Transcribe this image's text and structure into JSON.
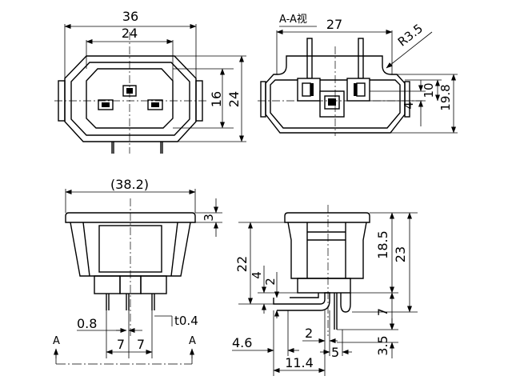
{
  "section_view_label": "A-A视",
  "section_marks": [
    "A",
    "A"
  ],
  "front_view": {
    "overall_width": "36",
    "inner_width": "24",
    "inner_height": "16",
    "overall_height": "24"
  },
  "section_view": {
    "width": "27",
    "radius": "R3.5",
    "pin_offset": "4",
    "height_a": "10",
    "height_b": "19.8"
  },
  "side_view": {
    "overall_width": "(38.2)",
    "flange_thickness": "3",
    "pin_thickness": "t0.4",
    "pin_width": "0.8",
    "pitch_left": "7",
    "pitch_right": "7"
  },
  "profile_view": {
    "height_22": "22",
    "dim_4": "4",
    "dim_2_vertical": "2",
    "height_18_5": "18.5",
    "height_23": "23",
    "dim_7": "7",
    "dim_4_6": "4.6",
    "dim_2_horizontal": "2",
    "dim_5": "5",
    "dim_3_5": "3.5",
    "dim_11_4": "11.4"
  },
  "colors": {
    "line": "#000000",
    "background": "#ffffff"
  }
}
